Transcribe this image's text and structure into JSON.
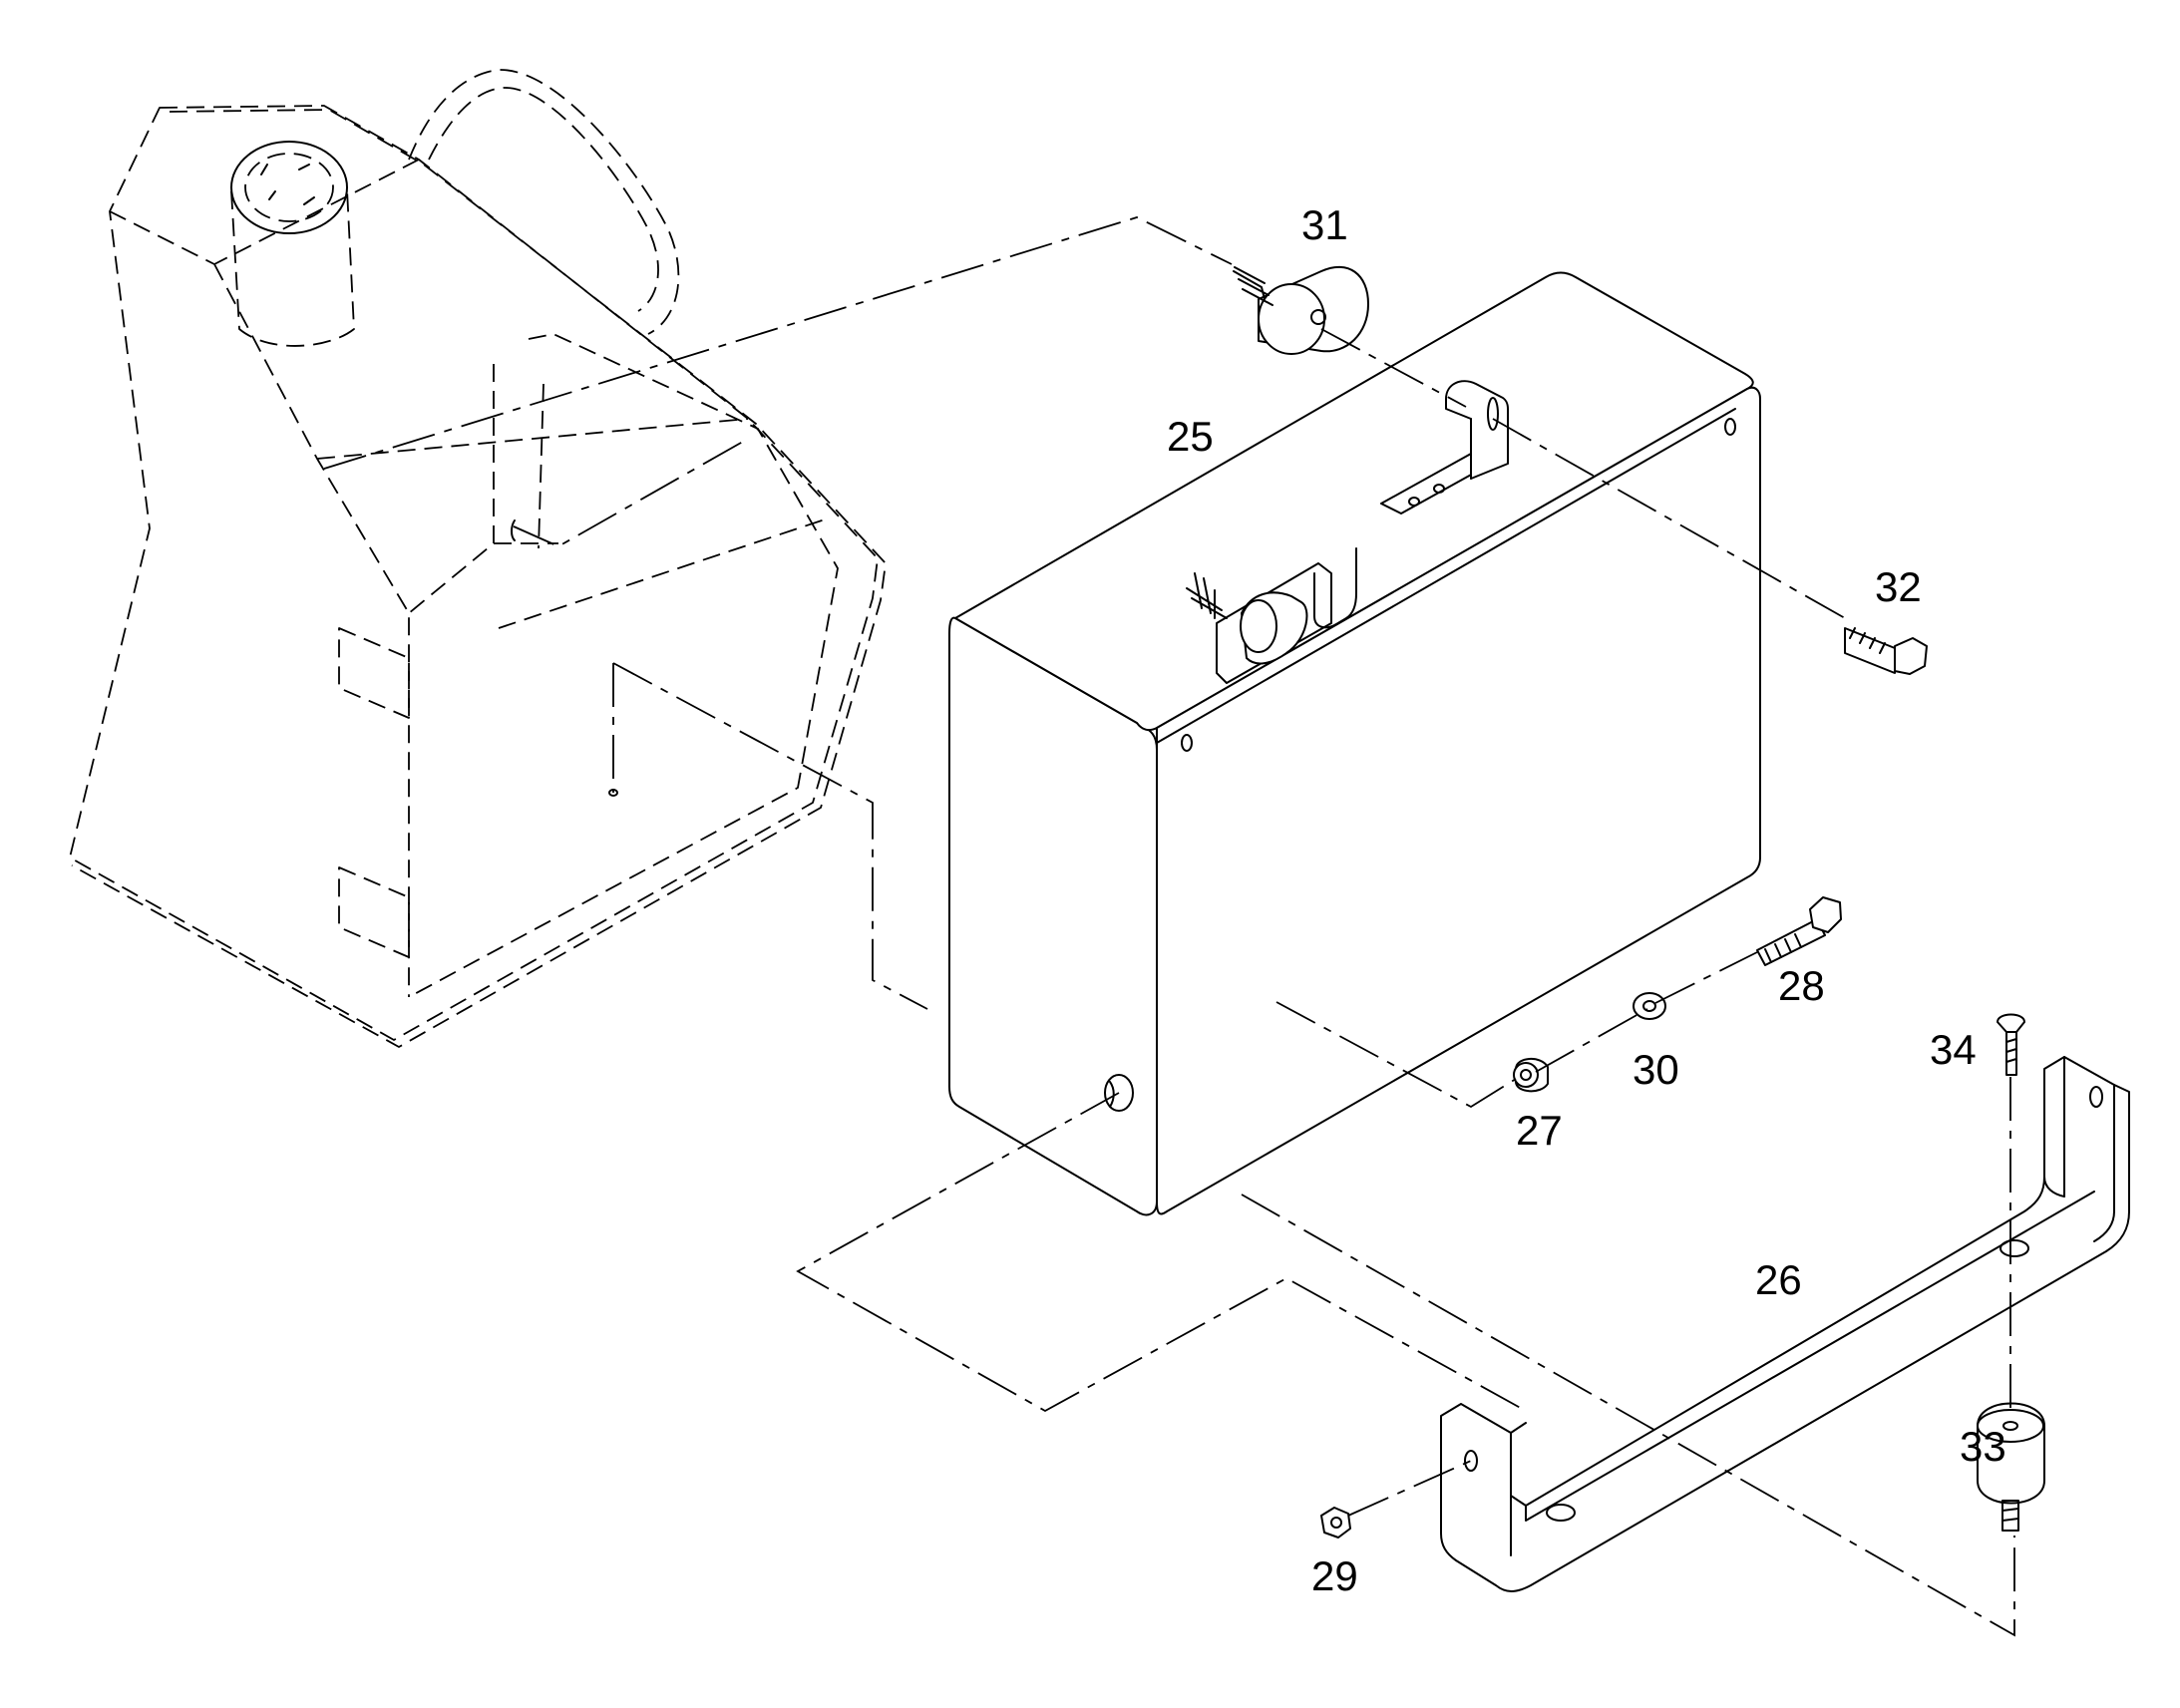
{
  "labels": {
    "p25": "25",
    "p26": "26",
    "p27": "27",
    "p28": "28",
    "p29": "29",
    "p30": "30",
    "p31": "31",
    "p32": "32",
    "p33": "33",
    "p34": "34"
  }
}
